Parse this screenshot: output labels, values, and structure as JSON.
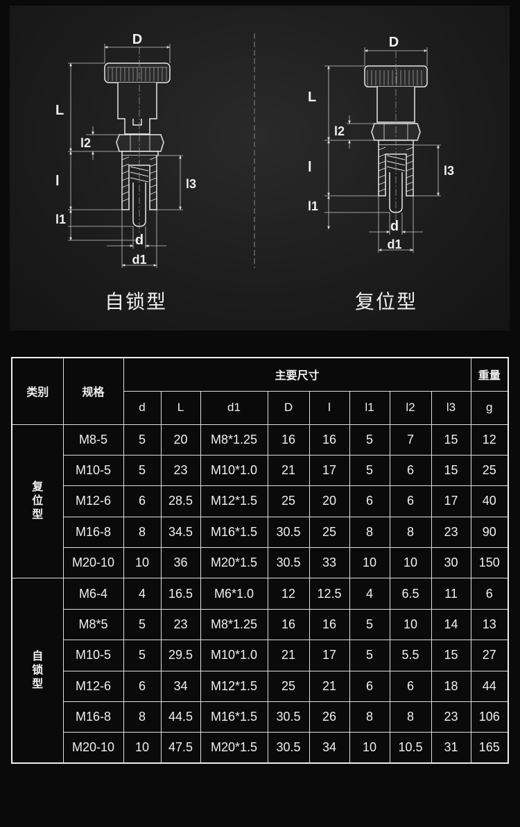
{
  "diagram": {
    "labels": {
      "D": "D",
      "L": "L",
      "l2": "l2",
      "l": "l",
      "l1": "l1",
      "l3": "l3",
      "d": "d",
      "d1": "d1"
    },
    "captions": [
      "自锁型",
      "复位型"
    ]
  },
  "table": {
    "headers": {
      "category": "类别",
      "spec": "规格",
      "main_dims": "主要尺寸",
      "weight": "重量",
      "dims": [
        "d",
        "L",
        "d1",
        "D",
        "l",
        "l1",
        "l2",
        "l3"
      ],
      "weight_unit": "g"
    },
    "groups": [
      {
        "name": [
          "复",
          "位",
          "型"
        ],
        "rows": [
          [
            "M8-5",
            "5",
            "20",
            "M8*1.25",
            "16",
            "16",
            "5",
            "7",
            "15",
            "12"
          ],
          [
            "M10-5",
            "5",
            "23",
            "M10*1.0",
            "21",
            "17",
            "5",
            "6",
            "15",
            "25"
          ],
          [
            "M12-6",
            "6",
            "28.5",
            "M12*1.5",
            "25",
            "20",
            "6",
            "6",
            "17",
            "40"
          ],
          [
            "M16-8",
            "8",
            "34.5",
            "M16*1.5",
            "30.5",
            "25",
            "8",
            "8",
            "23",
            "90"
          ],
          [
            "M20-10",
            "10",
            "36",
            "M20*1.5",
            "30.5",
            "33",
            "10",
            "10",
            "30",
            "150"
          ]
        ]
      },
      {
        "name": [
          "自",
          "锁",
          "型"
        ],
        "rows": [
          [
            "M6-4",
            "4",
            "16.5",
            "M6*1.0",
            "12",
            "12.5",
            "4",
            "6.5",
            "11",
            "6"
          ],
          [
            "M8*5",
            "5",
            "23",
            "M8*1.25",
            "16",
            "16",
            "5",
            "10",
            "14",
            "13"
          ],
          [
            "M10-5",
            "5",
            "29.5",
            "M10*1.0",
            "21",
            "17",
            "5",
            "5.5",
            "15",
            "27"
          ],
          [
            "M12-6",
            "6",
            "34",
            "M12*1.5",
            "25",
            "21",
            "6",
            "6",
            "18",
            "44"
          ],
          [
            "M16-8",
            "8",
            "44.5",
            "M16*1.5",
            "30.5",
            "26",
            "8",
            "8",
            "23",
            "106"
          ],
          [
            "M20-10",
            "10",
            "47.5",
            "M20*1.5",
            "30.5",
            "34",
            "10",
            "10.5",
            "31",
            "165"
          ]
        ]
      }
    ]
  }
}
